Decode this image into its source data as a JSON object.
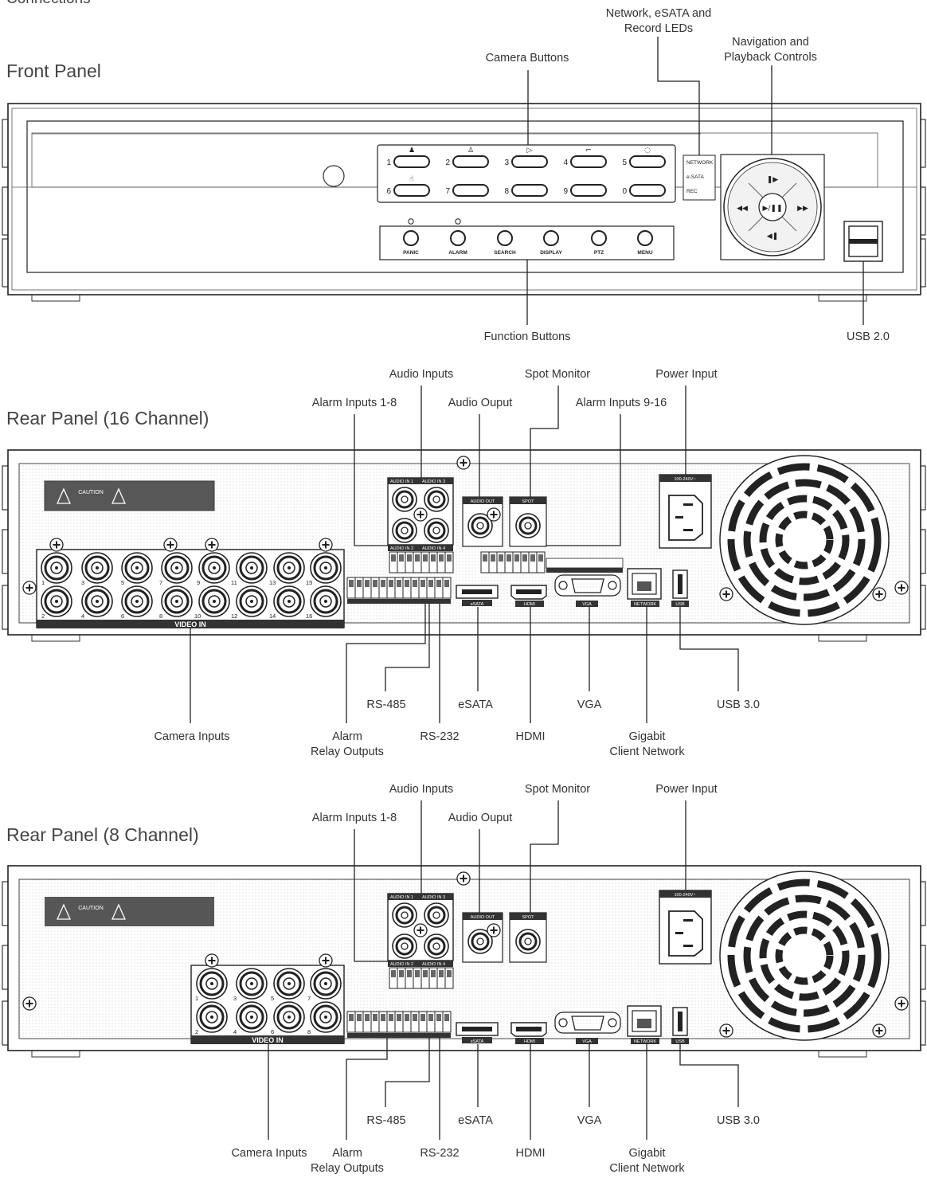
{
  "page": {
    "section_title": "Connections"
  },
  "front_panel": {
    "heading": "Front Panel",
    "callouts": {
      "leds": "Network, eSATA and\nRecord LEDs",
      "navigation": "Navigation and\nPlayback Controls",
      "camera_buttons": "Camera Buttons",
      "function_buttons": "Function Buttons",
      "usb": "USB 2.0"
    },
    "camera_button_numbers": [
      "1",
      "2",
      "3",
      "4",
      "5",
      "6",
      "7",
      "8",
      "9",
      "0"
    ],
    "function_buttons": [
      "PANIC",
      "ALARM",
      "SEARCH",
      "DISPLAY",
      "PTZ",
      "MENU"
    ],
    "led_labels": [
      "NETWORK",
      "e-SATA",
      "REC"
    ]
  },
  "rear_panel_16": {
    "heading": "Rear Panel (16 Channel)",
    "callouts": {
      "audio_inputs": "Audio Inputs",
      "spot_monitor": "Spot Monitor",
      "power_input": "Power Input",
      "alarm_inputs_1_8": "Alarm Inputs 1-8",
      "audio_output": "Audio Ouput",
      "alarm_inputs_9_16": "Alarm Inputs 9-16",
      "rs485": "RS-485",
      "esata": "eSATA",
      "vga": "VGA",
      "usb3": "USB 3.0",
      "camera_inputs": "Camera Inputs",
      "alarm_relay_outputs": "Alarm\nRelay Outputs",
      "rs232": "RS-232",
      "hdmi": "HDMI",
      "gigabit_network": "Gigabit\nClient Network"
    },
    "video_in_numbers": [
      "1",
      "3",
      "5",
      "7",
      "9",
      "11",
      "13",
      "15",
      "2",
      "4",
      "6",
      "8",
      "10",
      "12",
      "14",
      "16"
    ]
  },
  "rear_panel_8": {
    "heading": "Rear Panel (8 Channel)",
    "callouts": {
      "audio_inputs": "Audio Inputs",
      "spot_monitor": "Spot Monitor",
      "power_input": "Power Input",
      "alarm_inputs_1_8": "Alarm Inputs 1-8",
      "audio_output": "Audio Ouput",
      "rs485": "RS-485",
      "esata": "eSATA",
      "vga": "VGA",
      "usb3": "USB 3.0",
      "camera_inputs": "Camera Inputs",
      "alarm_relay_outputs": "Alarm\nRelay Outputs",
      "rs232": "RS-232",
      "hdmi": "HDMI",
      "gigabit_network": "Gigabit\nClient Network"
    },
    "video_in_numbers": [
      "1",
      "3",
      "5",
      "7",
      "2",
      "4",
      "6",
      "8"
    ]
  },
  "panel_labels": {
    "caution": "CAUTION",
    "video_in": "VIDEO IN",
    "audio_in_1": "AUDIO IN 1",
    "audio_in_2": "AUDIO IN 2",
    "audio_in_3": "AUDIO IN 3",
    "audio_in_4": "AUDIO IN 4",
    "audio_out": "AUDIO OUT",
    "spot": "SPOT",
    "voltage": "100-240V~",
    "esata": "eSATA",
    "hdmi": "HDMI",
    "vga": "VGA",
    "network": "NETWORK",
    "usb": "USB"
  }
}
